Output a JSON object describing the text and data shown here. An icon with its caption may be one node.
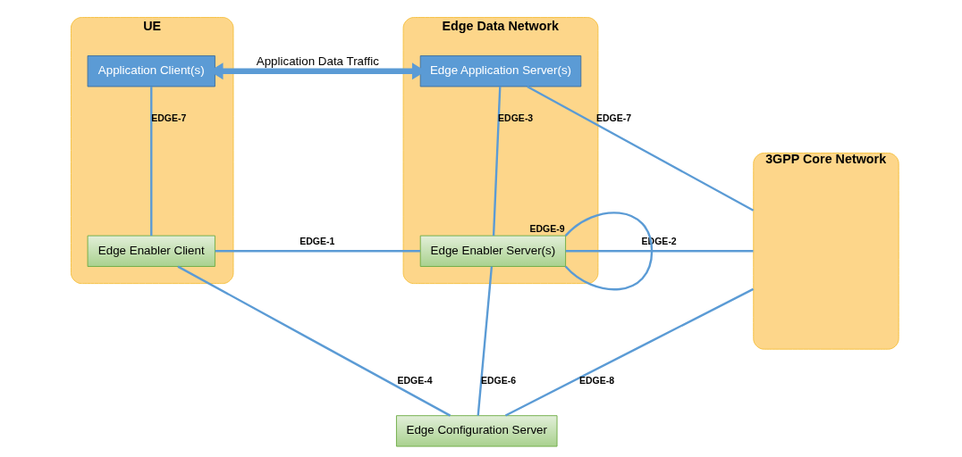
{
  "diagram": {
    "nodes": [
      {
        "text": [
          "UE"
        ]
      },
      {
        "text": [
          "Application Client(s)"
        ],
        "in": 0
      },
      {
        "text": [
          "Edge Enabler Client"
        ],
        "in": 0
      },
      {
        "text": [
          "3GPP Core Network"
        ]
      },
      {
        "text": [
          "Edge Data Network"
        ]
      },
      {
        "text": [
          "Edge Application Server(s)"
        ],
        "in": 4
      },
      {
        "text": [
          "Edge Enabler Server(s)"
        ],
        "in": 4
      },
      {
        "text": [
          "Edge Configuration Server"
        ]
      }
    ],
    "edges": [
      {
        "from": 1,
        "to": 5,
        "arrow": "both",
        "label": "Application Data Traffic",
        "style": "thick"
      },
      {
        "from": 1,
        "to": 2,
        "arrow": "none",
        "label": "EDGE-7"
      },
      {
        "from": 3,
        "to": 5,
        "arrow": "none",
        "label": "EDGE-7"
      },
      {
        "from": 5,
        "to": 6,
        "arrow": "none",
        "label": "EDGE-3"
      },
      {
        "from": 2,
        "to": 6,
        "arrow": "none",
        "label": "EDGE-1"
      },
      {
        "from": 3,
        "to": 6,
        "arrow": "none",
        "label": "EDGE-2"
      },
      {
        "from": 6,
        "to": 6,
        "arrow": "none",
        "label": "EDGE-9"
      },
      {
        "from": 6,
        "to": 7,
        "arrow": "none",
        "label": "EDGE-6"
      },
      {
        "from": 2,
        "to": 7,
        "arrow": "none",
        "label": "EDGE-4"
      },
      {
        "from": 3,
        "to": 7,
        "arrow": "none",
        "label": "EDGE-8"
      }
    ]
  }
}
